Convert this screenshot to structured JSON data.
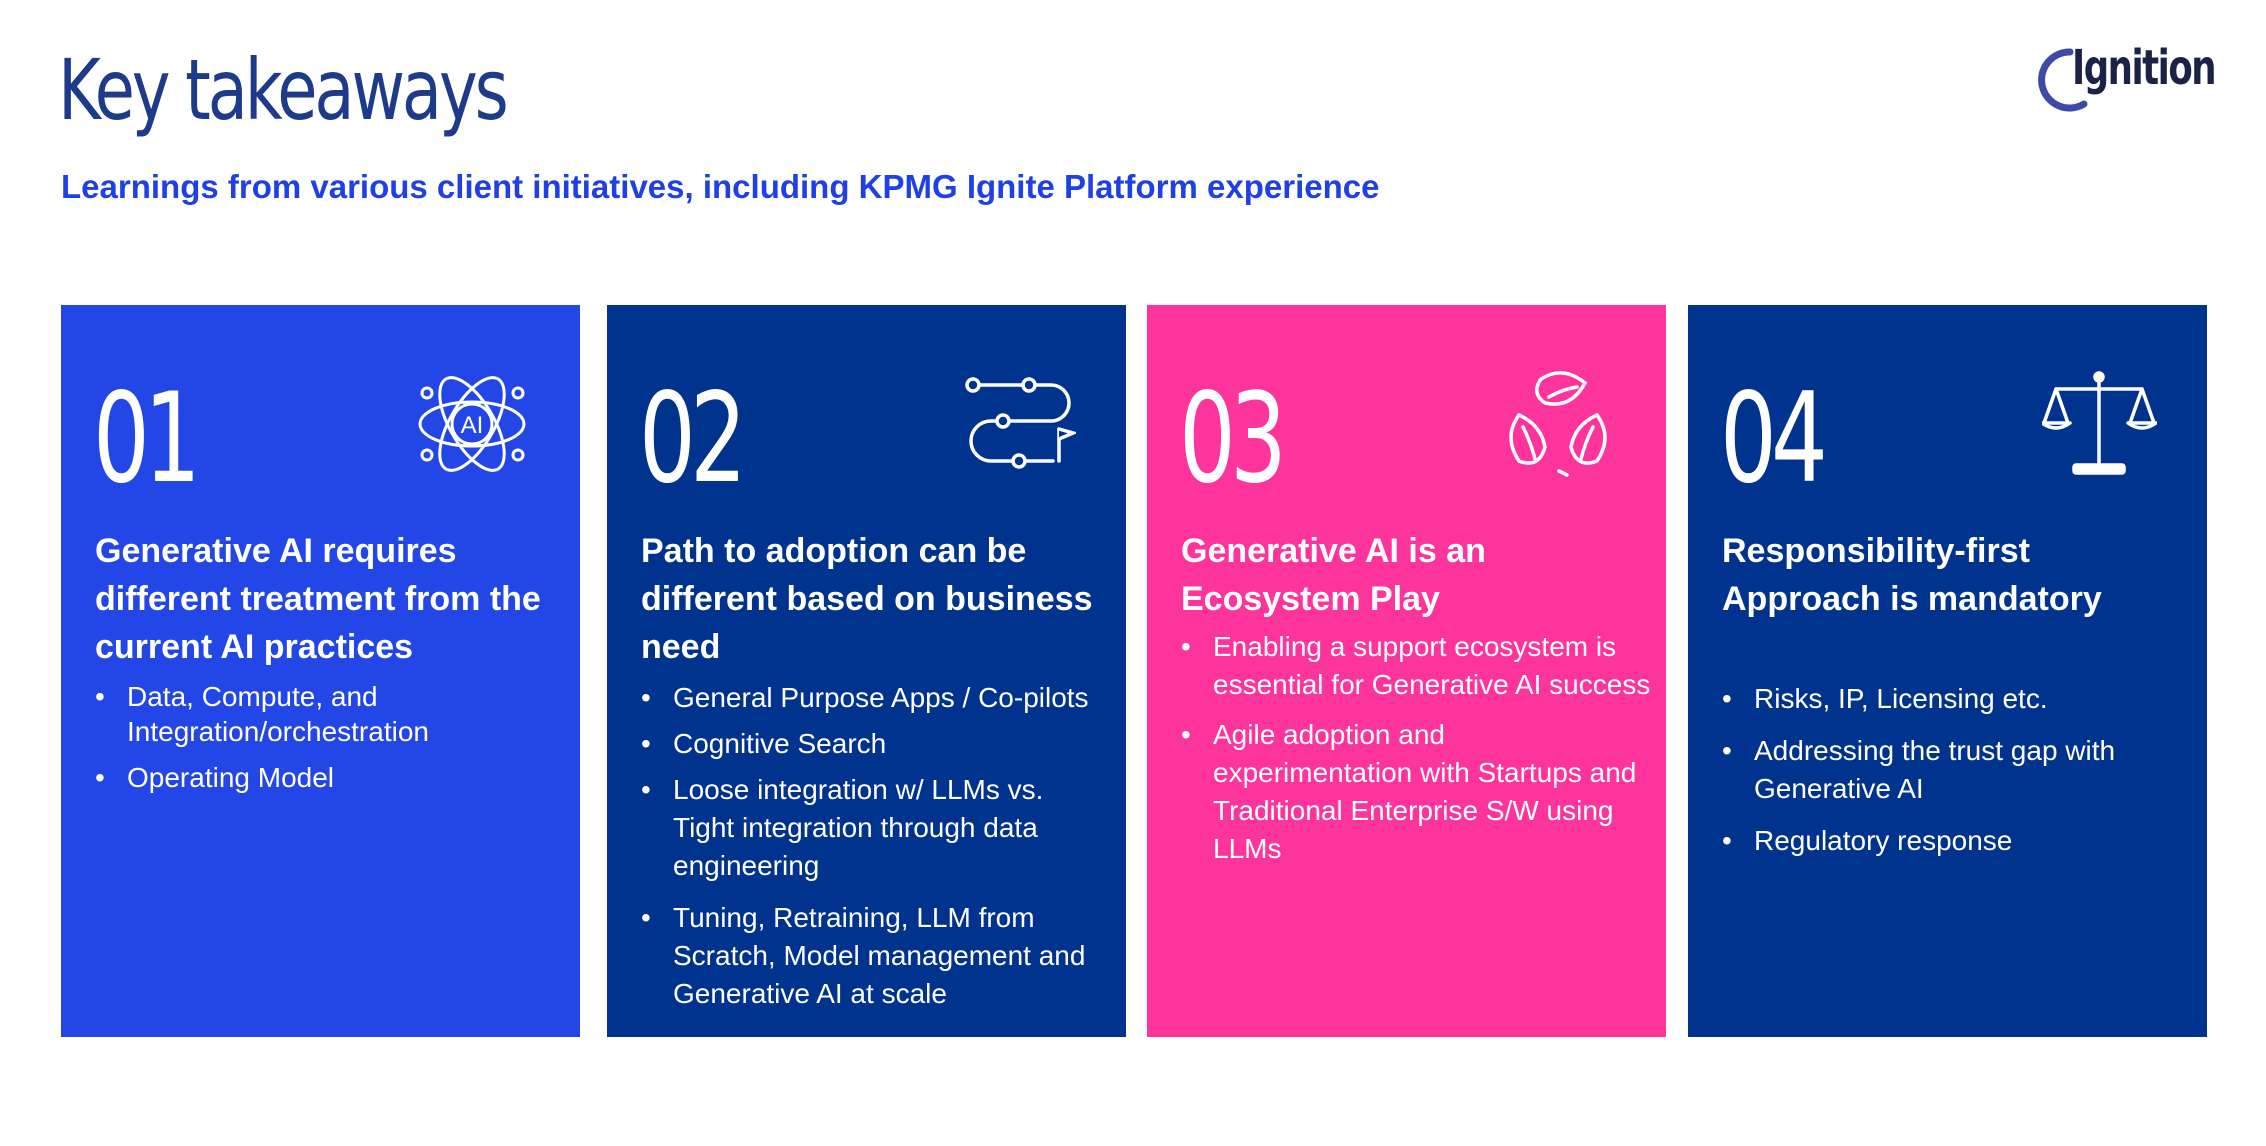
{
  "header": {
    "title": "Key takeaways",
    "subtitle": "Learnings from various client initiatives, including KPMG Ignite Platform experience"
  },
  "logo": {
    "text": "Ignition",
    "colors": {
      "arc": "#3d4aa8",
      "text": "#1a2347"
    }
  },
  "cards": [
    {
      "number": "01",
      "icon": "atom-ai-icon",
      "color": "#2346e6",
      "title": "Generative AI requires different treatment from the current AI practices",
      "icon_text": "AI",
      "bullets": [
        "Data, Compute, and Integration/orchestration",
        "Operating Model"
      ]
    },
    {
      "number": "02",
      "icon": "path-flag-icon",
      "color": "#00338d",
      "title": "Path to adoption can be different based on business need",
      "bullets": [
        "General Purpose Apps / Co-pilots",
        "Cognitive Search",
        "Loose integration w/ LLMs vs. Tight integration through data engineering",
        "Tuning, Retraining, LLM from Scratch, Model management and Generative AI at scale"
      ]
    },
    {
      "number": "03",
      "icon": "leaf-cycle-icon",
      "color": "#fd349c",
      "title": "Generative AI is an Ecosystem Play",
      "bullets": [
        "Enabling a support ecosystem is essential for Generative AI success",
        "Agile adoption and experimentation with Startups and Traditional Enterprise S/W using LLMs"
      ]
    },
    {
      "number": "04",
      "icon": "scales-icon",
      "color": "#00338d",
      "title": "Responsibility-first Approach is mandatory",
      "bullets": [
        "Risks, IP, Licensing etc.",
        "Addressing the trust gap with Generative AI",
        "Regulatory response"
      ]
    }
  ]
}
